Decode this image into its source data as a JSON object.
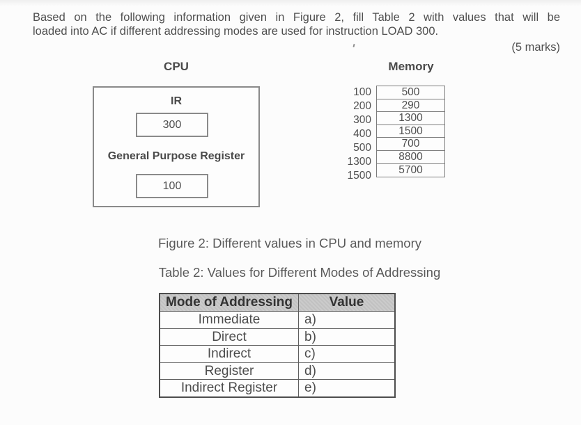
{
  "question": {
    "lines": [
      "Based on the following information given in Figure 2, fill Table 2 with values that will be",
      "loaded into AC if different addressing modes are used for instruction LOAD 300."
    ],
    "marks": "(5 marks)"
  },
  "cpu": {
    "title": "CPU",
    "ir_label": "IR",
    "ir_value": "300",
    "gpr_label": "General Purpose Register",
    "gpr_value": "100"
  },
  "memory": {
    "title": "Memory",
    "rows": [
      {
        "address": "100",
        "value": "500"
      },
      {
        "address": "200",
        "value": "290"
      },
      {
        "address": "300",
        "value": "1300"
      },
      {
        "address": "400",
        "value": "1500"
      },
      {
        "address": "500",
        "value": "700"
      },
      {
        "address": "1300",
        "value": "8800"
      },
      {
        "address": "1500",
        "value": "5700"
      }
    ]
  },
  "figure_caption": "Figure 2: Different values in CPU and memory",
  "table_caption": "Table 2: Values for Different Modes of Addressing",
  "table": {
    "headers": [
      "Mode of Addressing",
      "Value"
    ],
    "rows": [
      {
        "mode": "Immediate",
        "value": "a)"
      },
      {
        "mode": "Direct",
        "value": "b)"
      },
      {
        "mode": "Indirect",
        "value": "c)"
      },
      {
        "mode": "Register",
        "value": "d)"
      },
      {
        "mode": "Indirect Register",
        "value": "e)"
      }
    ]
  },
  "colors": {
    "page_bg": "#fcfcfc",
    "body_text": "#4f4f4f",
    "caption_text": "#5a5a5a",
    "box_border": "#8a8a8a",
    "table_border": "#4d4d4d",
    "table_header_bg": "#c6c6c6",
    "table_header_text": "#333333"
  }
}
